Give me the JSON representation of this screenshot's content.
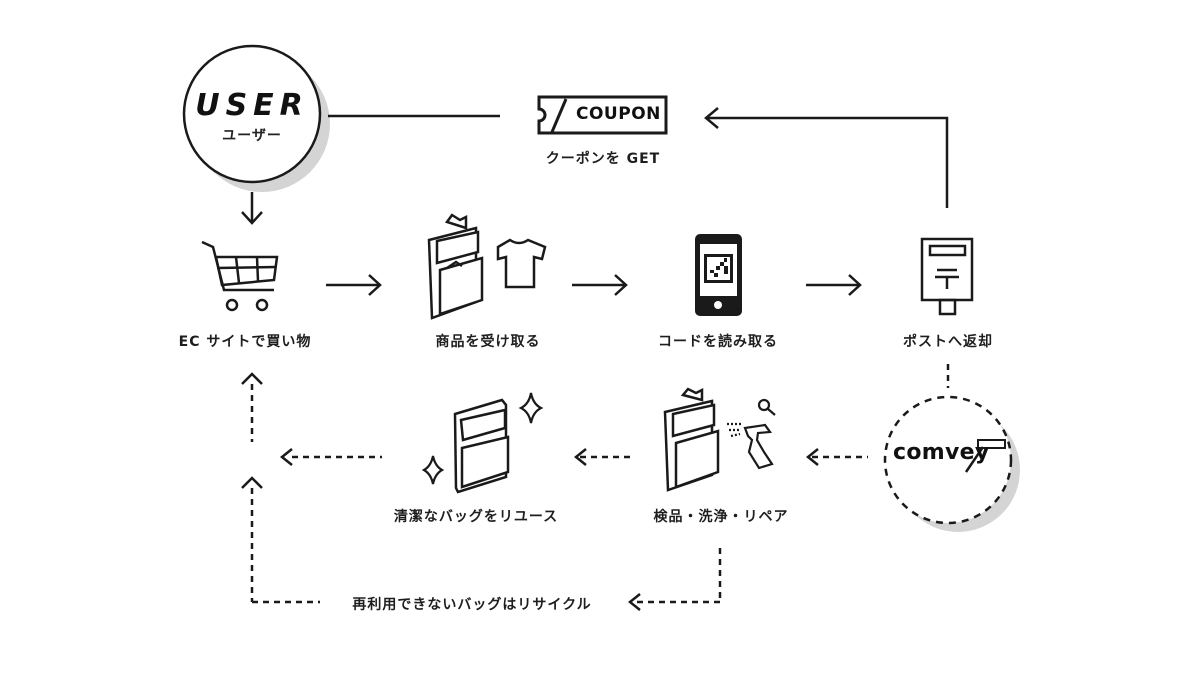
{
  "diagram": {
    "title": "comvey bag reuse cycle",
    "user": {
      "title": "USER",
      "subtitle": "ユーザー"
    },
    "coupon": {
      "badge_text": "COUPON",
      "caption": "クーポンを GET"
    },
    "brand": {
      "name": "comvey"
    },
    "steps": [
      {
        "id": "shop",
        "label": "EC サイトで買い物",
        "icon": "shopping-cart-icon"
      },
      {
        "id": "receive",
        "label": "商品を受け取る",
        "icon": "bag-and-tshirt-icon"
      },
      {
        "id": "scan",
        "label": "コードを読み取る",
        "icon": "smartphone-qr-icon"
      },
      {
        "id": "return",
        "label": "ポストへ返却",
        "icon": "mailbox-icon"
      },
      {
        "id": "inspect",
        "label": "検品・洗浄・リペア",
        "icon": "bag-spray-inspect-icon"
      },
      {
        "id": "reuse",
        "label": "清潔なバッグをリユース",
        "icon": "clean-bag-sparkle-icon"
      }
    ],
    "recycle": {
      "label": "再利用できないバッグはリサイクル"
    },
    "colors": {
      "stroke": "#1a1a1a",
      "shadow": "#d4d4d4",
      "background": "#ffffff"
    }
  }
}
